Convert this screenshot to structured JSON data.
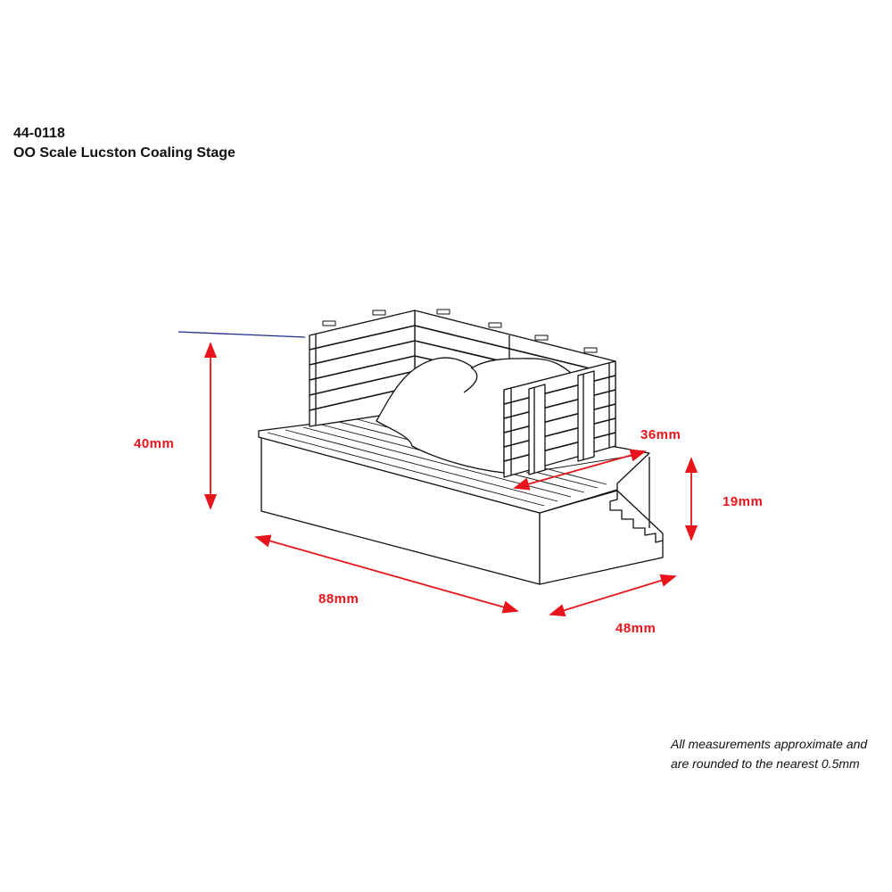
{
  "header": {
    "product_code": "44-0118",
    "product_name": "OO Scale Lucston Coaling Stage"
  },
  "dimensions": {
    "height_overall": "40mm",
    "deck_depth": "36mm",
    "deck_height": "19mm",
    "length": "88mm",
    "width": "48mm"
  },
  "footnote": {
    "line1": "All measurements approximate and",
    "line2": "are rounded to the nearest 0.5mm"
  },
  "colors": {
    "dimension": "#e8141b",
    "leader": "#1a2a8a",
    "outline": "#111111"
  }
}
